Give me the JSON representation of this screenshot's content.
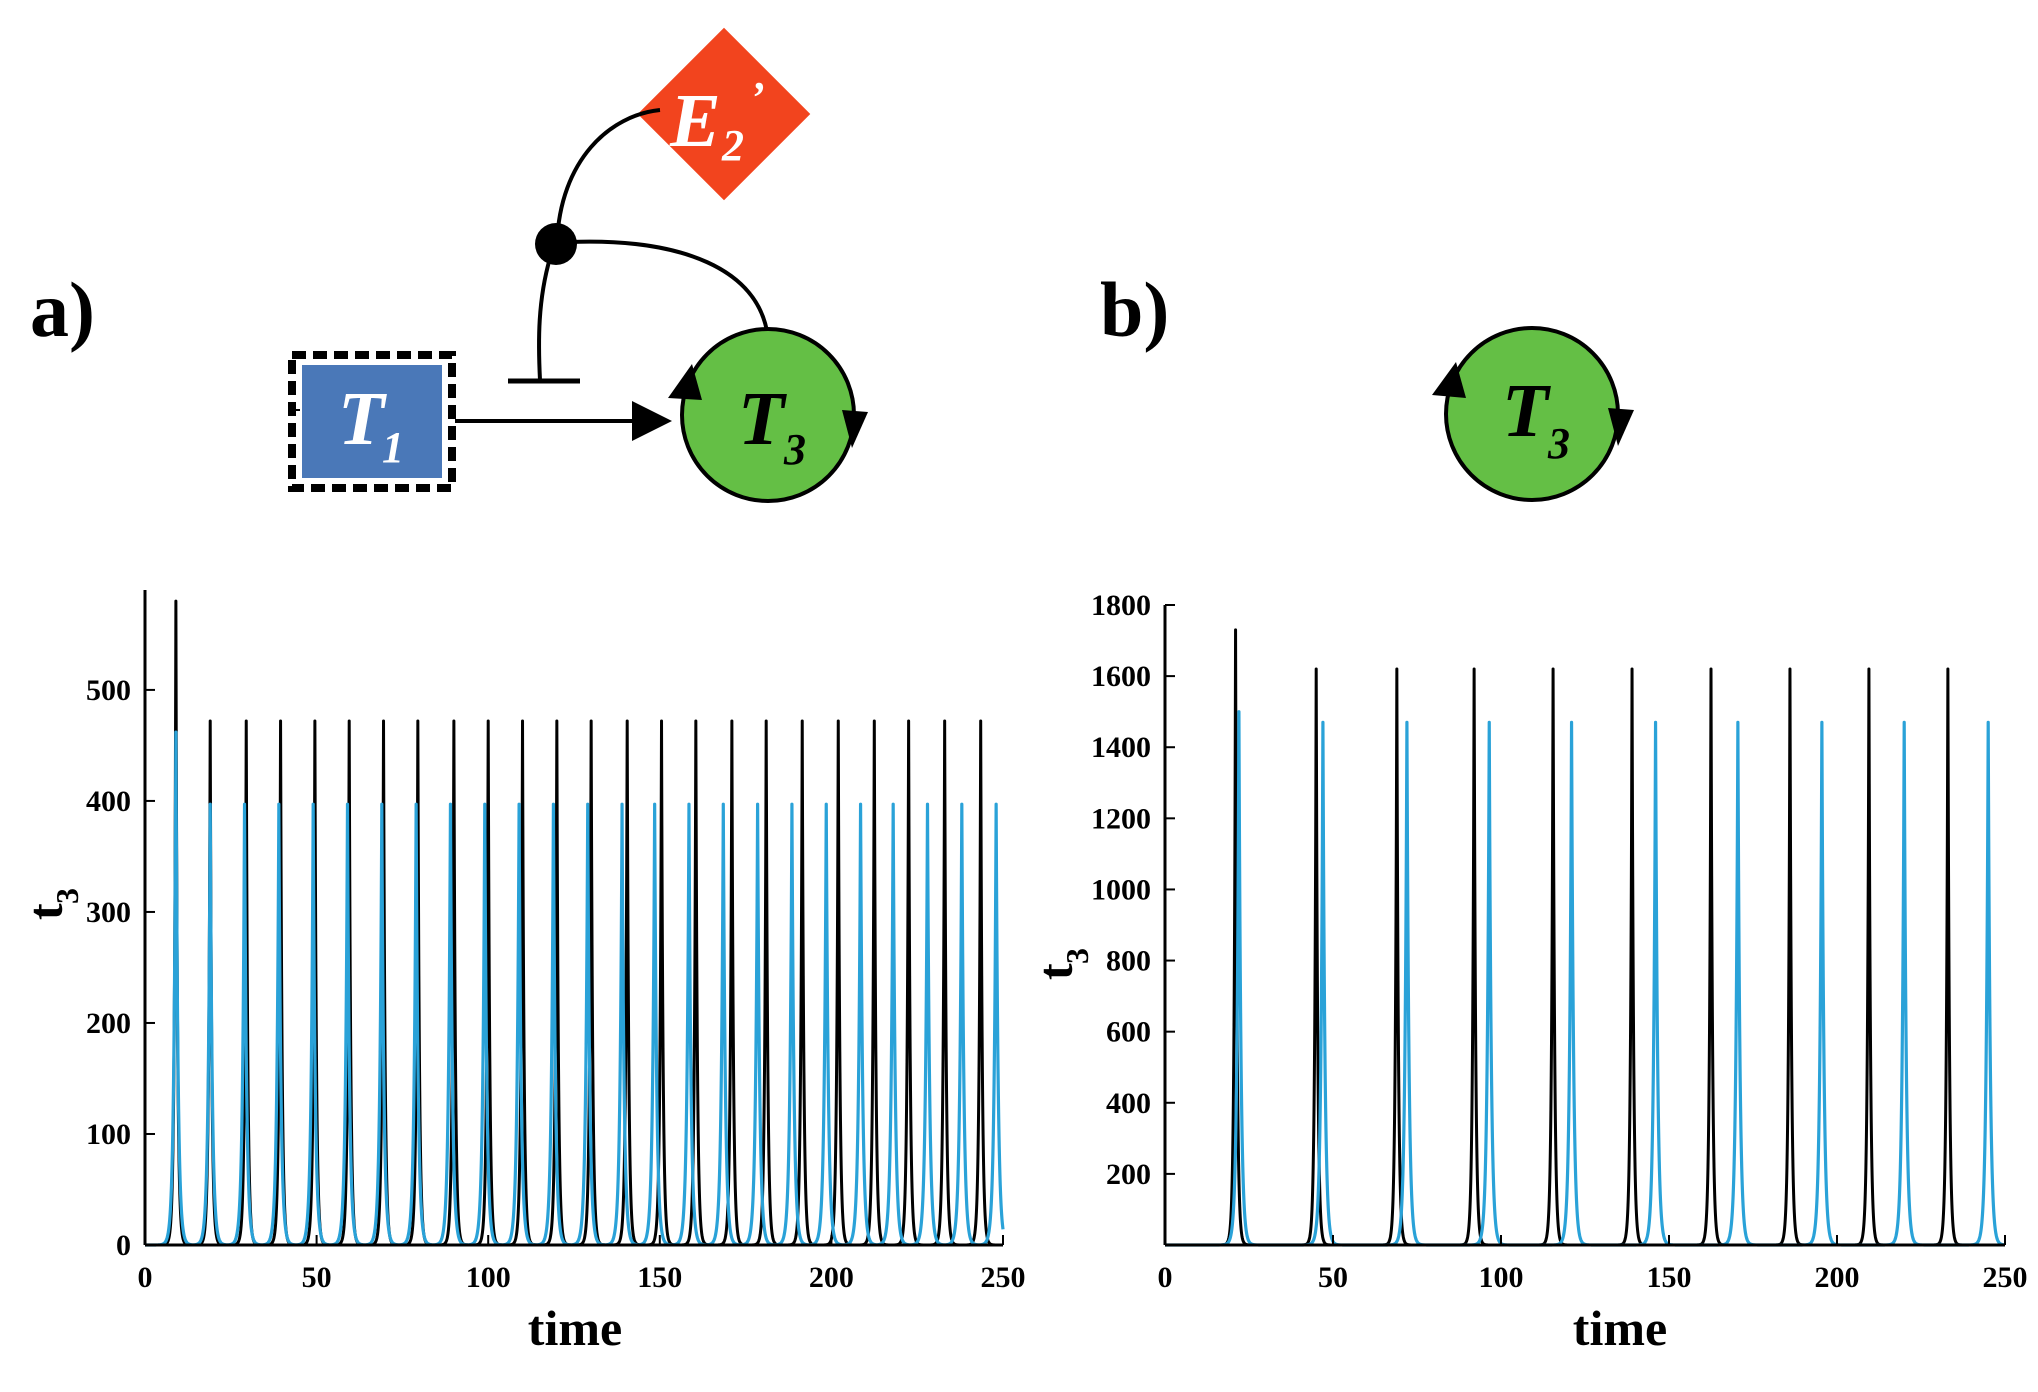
{
  "panels": [
    {
      "label": "a)"
    },
    {
      "label": "b)"
    }
  ],
  "diagram": {
    "node_t1": {
      "letter": "T",
      "sub": "1",
      "color": "#4a78b8"
    },
    "node_t3": {
      "letter": "T",
      "sub": "3",
      "color": "#64bf45"
    },
    "node_e2": {
      "letter": "E",
      "sub": "2",
      "prime": "’",
      "color": "#f2441e"
    }
  },
  "colors": {
    "series_black": "#000000",
    "series_blue": "#2aa2d8"
  },
  "chart_data": [
    {
      "type": "line",
      "panel": "a)",
      "xlabel": "time",
      "ylabel": "t",
      "ylabel_sub": "3",
      "xlim": [
        0,
        250
      ],
      "ylim": [
        0,
        590
      ],
      "xticks": [
        0,
        50,
        100,
        150,
        200,
        250
      ],
      "yticks": [
        0,
        100,
        200,
        300,
        400,
        500
      ],
      "series": [
        {
          "color": "#000000",
          "first_peak": [
            9,
            580
          ],
          "peak_value": 472,
          "peak_times": [
            9,
            19,
            29.5,
            39.5,
            49.5,
            59.5,
            69.5,
            79.5,
            90,
            100,
            110,
            120,
            130,
            140.5,
            150.5,
            160.5,
            171,
            181,
            191.5,
            202,
            212.5,
            222.5,
            233,
            243.5
          ]
        },
        {
          "color": "#2aa2d8",
          "first_peak": [
            9,
            462
          ],
          "peak_value": 397,
          "peak_times": [
            9,
            19,
            29,
            39,
            49,
            59,
            69,
            79,
            89,
            99,
            109,
            119,
            129,
            139,
            148.5,
            158.5,
            168.5,
            178.5,
            188.5,
            198.5,
            208.5,
            218,
            228,
            238,
            248
          ]
        }
      ]
    },
    {
      "type": "line",
      "panel": "b)",
      "xlabel": "time",
      "ylabel": "t",
      "ylabel_sub": "3",
      "xlim": [
        0,
        250
      ],
      "ylim": [
        0,
        1800
      ],
      "xticks": [
        0,
        50,
        100,
        150,
        200,
        250
      ],
      "yticks": [
        200,
        400,
        600,
        800,
        1000,
        1200,
        1400,
        1600,
        1800
      ],
      "series": [
        {
          "color": "#000000",
          "first_peak": [
            21,
            1730
          ],
          "peak_value": 1620,
          "peak_times": [
            21,
            45,
            69,
            92,
            115.5,
            139,
            162.5,
            186,
            209.5,
            233
          ]
        },
        {
          "color": "#2aa2d8",
          "first_peak": [
            22,
            1500
          ],
          "peak_value": 1470,
          "peak_times": [
            22,
            47,
            72,
            96.5,
            121,
            146,
            170.5,
            195.5,
            220,
            245
          ]
        }
      ]
    }
  ]
}
